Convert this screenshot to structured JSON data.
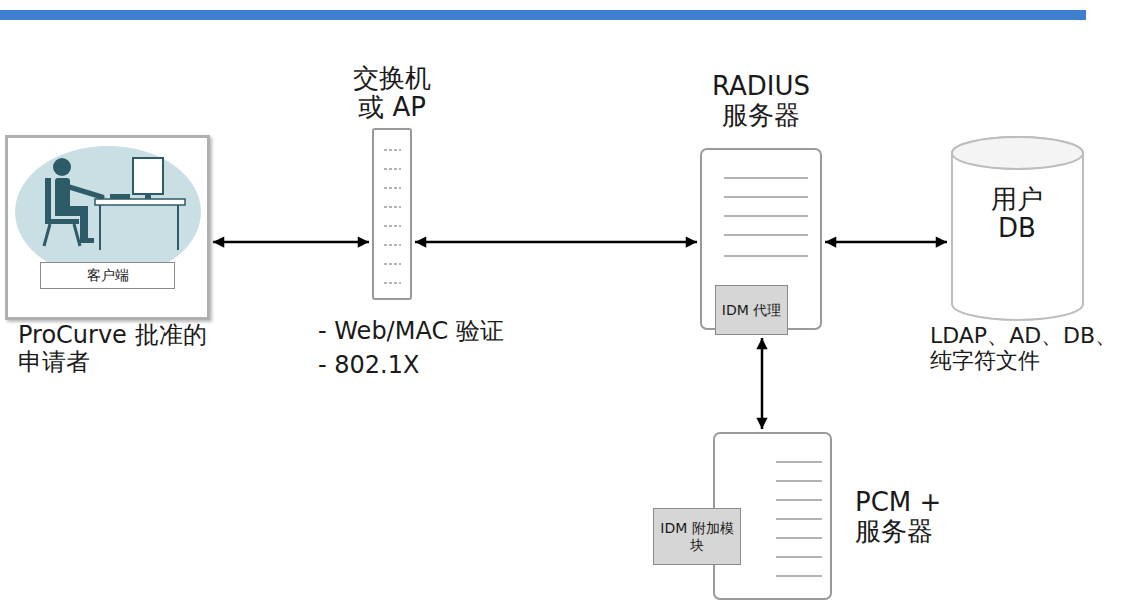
{
  "diagram": {
    "nodes": [
      {
        "text": [
          "ProCurve 批准的 申请者"
        ]
      },
      {
        "text": [
          "客户端"
        ],
        "in": 0
      },
      {
        "text": [
          "交换机 或 AP",
          "- Web/MAC 验证",
          "- 802.1X"
        ]
      },
      {
        "text": [
          "RADIUS 服务器"
        ]
      },
      {
        "text": [
          "IDM 代理"
        ],
        "in": 3
      },
      {
        "text": [
          "用户 DB",
          "LDAP、AD、DB、 纯字符文件"
        ]
      },
      {
        "text": [
          "PCM + 服务器"
        ]
      },
      {
        "text": [
          "IDM 附加模块"
        ],
        "in": 6
      }
    ],
    "edges": [
      {
        "from": 0,
        "to": 2,
        "arrow": "both"
      },
      {
        "from": 2,
        "to": 3,
        "arrow": "both"
      },
      {
        "from": 3,
        "to": 5,
        "arrow": "both"
      },
      {
        "from": 4,
        "to": 6,
        "arrow": "both"
      }
    ]
  }
}
